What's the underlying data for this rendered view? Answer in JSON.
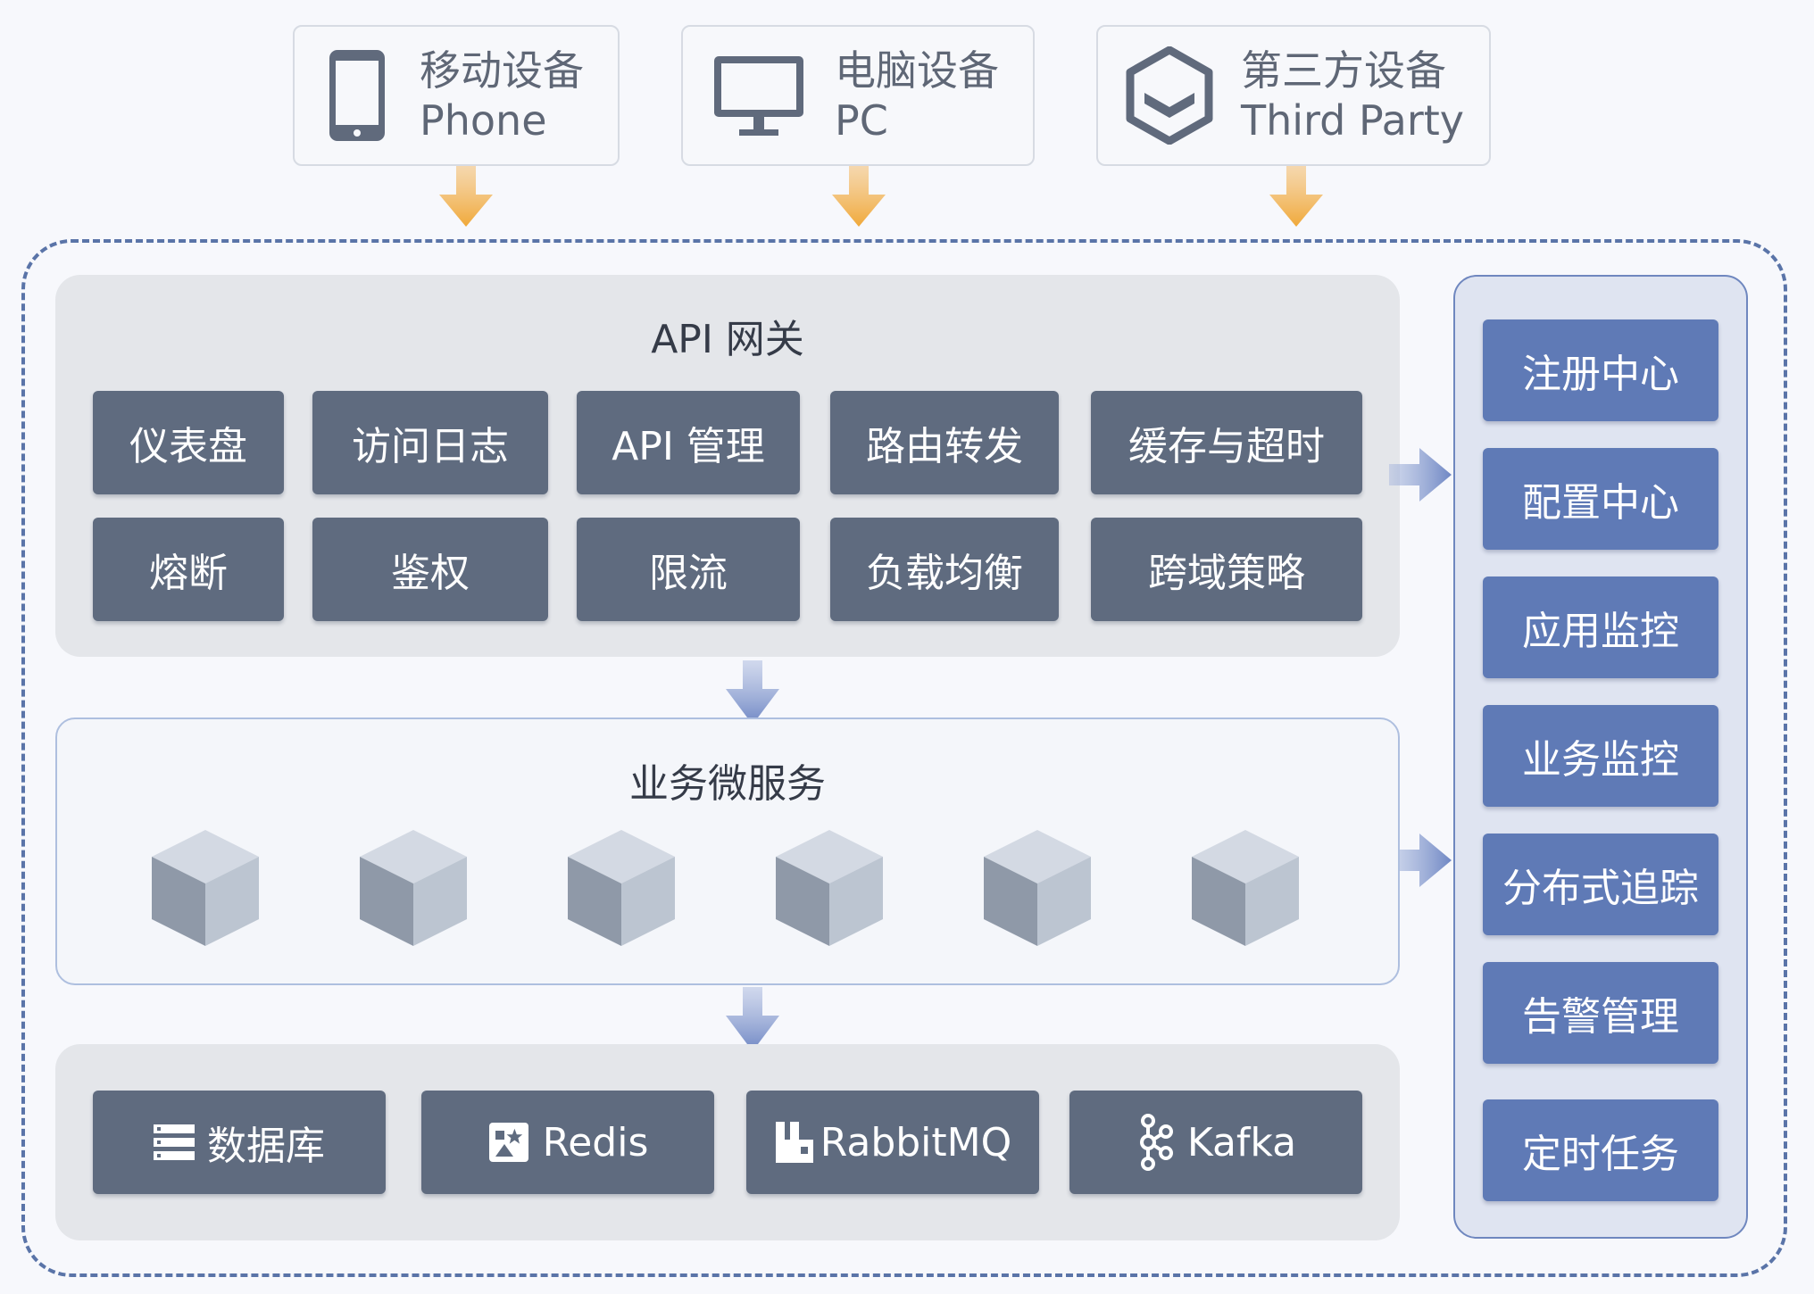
{
  "colors": {
    "device_arrow": "#f0a93a",
    "flow_arrow": "#6f87c4",
    "tile_dark": "#5f6b7f",
    "tile_blue": "#5f7ab6",
    "dashed_border": "#5a74a8"
  },
  "devices": [
    {
      "title": "移动设备",
      "subtitle": "Phone",
      "icon": "phone-icon"
    },
    {
      "title": "电脑设备",
      "subtitle": "PC",
      "icon": "monitor-icon"
    },
    {
      "title": "第三方设备",
      "subtitle": "Third Party",
      "icon": "box-icon"
    }
  ],
  "gateway": {
    "title": "API 网关",
    "row1": [
      "仪表盘",
      "访问日志",
      "API 管理",
      "路由转发",
      "缓存与超时"
    ],
    "row2": [
      "熔断",
      "鉴权",
      "限流",
      "负载均衡",
      "跨域策略"
    ]
  },
  "microservices": {
    "title": "业务微服务",
    "count": 6
  },
  "storage": [
    {
      "label": "数据库",
      "icon": "database-icon"
    },
    {
      "label": "Redis",
      "icon": "redis-icon"
    },
    {
      "label": "RabbitMQ",
      "icon": "rabbitmq-icon"
    },
    {
      "label": "Kafka",
      "icon": "kafka-icon"
    }
  ],
  "governance": [
    "注册中心",
    "配置中心",
    "应用监控",
    "业务监控",
    "分布式追踪",
    "告警管理",
    "定时任务"
  ]
}
